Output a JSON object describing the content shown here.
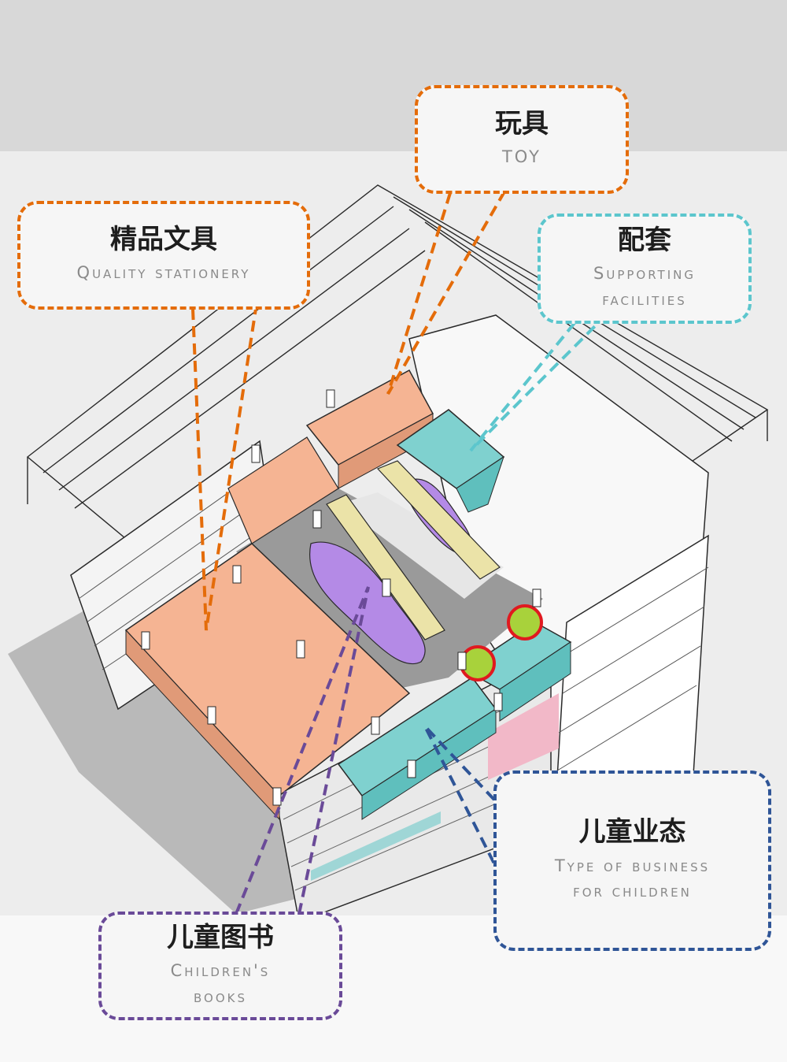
{
  "callouts": {
    "toy": {
      "zh": "玩具",
      "en": "TOY"
    },
    "quality_stationery": {
      "zh": "精品文具",
      "en": "Quality stationery"
    },
    "supporting_facilities": {
      "zh": "配套",
      "en_line1": "Supporting",
      "en_line2": "facilities"
    },
    "childrens_business": {
      "zh": "儿童业态",
      "en_line1": "Type of business",
      "en_line2": "for children"
    },
    "childrens_books": {
      "zh": "儿童图书",
      "en_line1": "Children's",
      "en_line2": "books"
    }
  },
  "colors": {
    "stationery_toy_orange": "#f5b493",
    "supporting_teal": "#7fd1cf",
    "books_purple": "#b48ae6",
    "wall_yellow": "#ebe3a8",
    "highlight_green": "#a8d23b",
    "highlight_ring": "#e0191f",
    "callout_orange": "#e46c0a",
    "callout_teal": "#5cc6cd",
    "callout_navy": "#2f5597",
    "callout_purple": "#6a4a98"
  }
}
